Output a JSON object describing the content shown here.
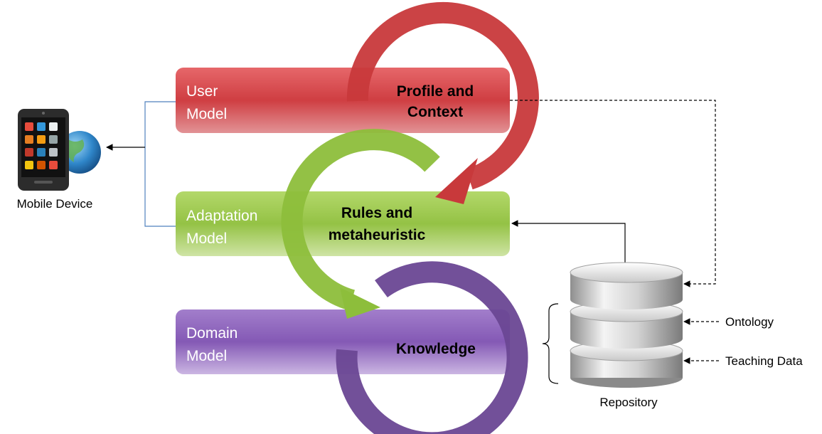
{
  "models": {
    "user": {
      "line1": "User",
      "line2": "Model",
      "color": "#d9484c"
    },
    "adaptation": {
      "line1": "Adaptation",
      "line2": "Model",
      "color": "#9cc64b"
    },
    "domain": {
      "line1": "Domain",
      "line2": "Model",
      "color": "#8b62b9"
    }
  },
  "cycles": {
    "profile": {
      "line1": "Profile and",
      "line2": "Context",
      "color": "#c8393b"
    },
    "rules": {
      "line1": "Rules and",
      "line2": "metaheuristic",
      "color": "#8dbe3b"
    },
    "knowledge": {
      "line1": "Knowledge",
      "color": "#6a4793"
    }
  },
  "device": {
    "label": "Mobile Device"
  },
  "repository": {
    "label": "Repository"
  },
  "inputs": {
    "ontology": "Ontology",
    "teaching_data": "Teaching Data"
  }
}
